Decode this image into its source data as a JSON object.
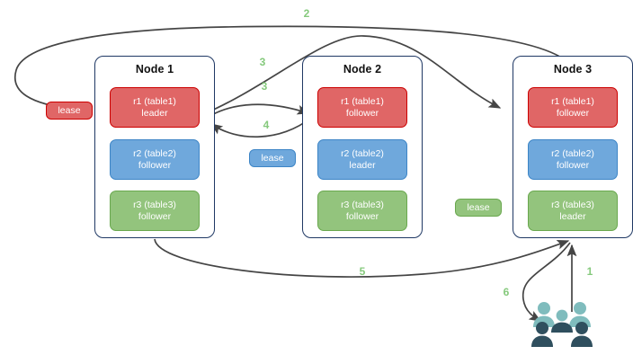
{
  "diagram": {
    "title": "Raft multi-replica lease transfer diagram",
    "background": "#ffffff",
    "colors": {
      "replica_red_fill": "#e06666",
      "replica_red_stroke": "#cc0000",
      "replica_blue_fill": "#6fa8dc",
      "replica_blue_stroke": "#3d85c6",
      "replica_green_fill": "#93c47d",
      "replica_green_stroke": "#6aa84f",
      "node_border": "#1f3864",
      "edge_stroke": "#454545",
      "edge_label": "#85c97c",
      "users_back": "#7fbcbd",
      "users_front": "#2f4f5e"
    }
  },
  "nodes": [
    {
      "id": "node1",
      "title": "Node 1",
      "replicas": [
        {
          "id": "n1r1",
          "line1": "r1 (table1)",
          "line2": "leader",
          "color": "red"
        },
        {
          "id": "n1r2",
          "line1": "r2 (table2)",
          "line2": "follower",
          "color": "blue"
        },
        {
          "id": "n1r3",
          "line1": "r3 (table3)",
          "line2": "follower",
          "color": "green"
        }
      ]
    },
    {
      "id": "node2",
      "title": "Node 2",
      "replicas": [
        {
          "id": "n2r1",
          "line1": "r1 (table1)",
          "line2": "follower",
          "color": "red"
        },
        {
          "id": "n2r2",
          "line1": "r2 (table2)",
          "line2": "leader",
          "color": "blue"
        },
        {
          "id": "n2r3",
          "line1": "r3 (table3)",
          "line2": "follower",
          "color": "green"
        }
      ]
    },
    {
      "id": "node3",
      "title": "Node 3",
      "replicas": [
        {
          "id": "n3r1",
          "line1": "r1 (table1)",
          "line2": "follower",
          "color": "red"
        },
        {
          "id": "n3r2",
          "line1": "r2 (table2)",
          "line2": "follower",
          "color": "blue"
        },
        {
          "id": "n3r3",
          "line1": "r3 (table3)",
          "line2": "leader",
          "color": "green"
        }
      ]
    }
  ],
  "leases": [
    {
      "id": "lease-red",
      "label": "lease",
      "color": "red"
    },
    {
      "id": "lease-blue",
      "label": "lease",
      "color": "blue"
    },
    {
      "id": "lease-green",
      "label": "lease",
      "color": "green"
    }
  ],
  "edge_labels": [
    {
      "id": "edge-label-2",
      "text": "2"
    },
    {
      "id": "edge-label-3a",
      "text": "3"
    },
    {
      "id": "edge-label-3b",
      "text": "3"
    },
    {
      "id": "edge-label-4",
      "text": "4"
    },
    {
      "id": "edge-label-5",
      "text": "5"
    },
    {
      "id": "edge-label-1",
      "text": "1"
    },
    {
      "id": "edge-label-6",
      "text": "6"
    }
  ],
  "users": {
    "id": "users-icon",
    "label": "users"
  }
}
